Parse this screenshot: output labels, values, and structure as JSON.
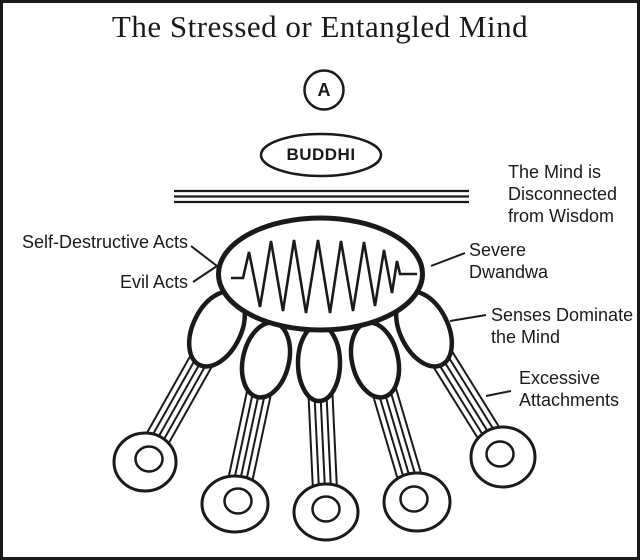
{
  "title": "The Stressed or Entangled Mind",
  "diagram": {
    "a_node": "A",
    "buddhi_node": "BUDDHI",
    "labels": {
      "self_destructive": "Self-Destructive Acts",
      "evil_acts": "Evil Acts",
      "mind_disconnected": {
        "lines": [
          "The Mind is",
          "Disconnected",
          "from Wisdom"
        ]
      },
      "severe_dwandwa": {
        "lines": [
          "Severe",
          "Dwandwa"
        ]
      },
      "senses_dominate": {
        "lines": [
          "Senses Dominate",
          "the Mind"
        ]
      },
      "excessive_attachments": {
        "lines": [
          "Excessive",
          "Attachments"
        ]
      }
    },
    "colors": {
      "ink": "#1a1a1a",
      "background": "#ffffff"
    }
  }
}
